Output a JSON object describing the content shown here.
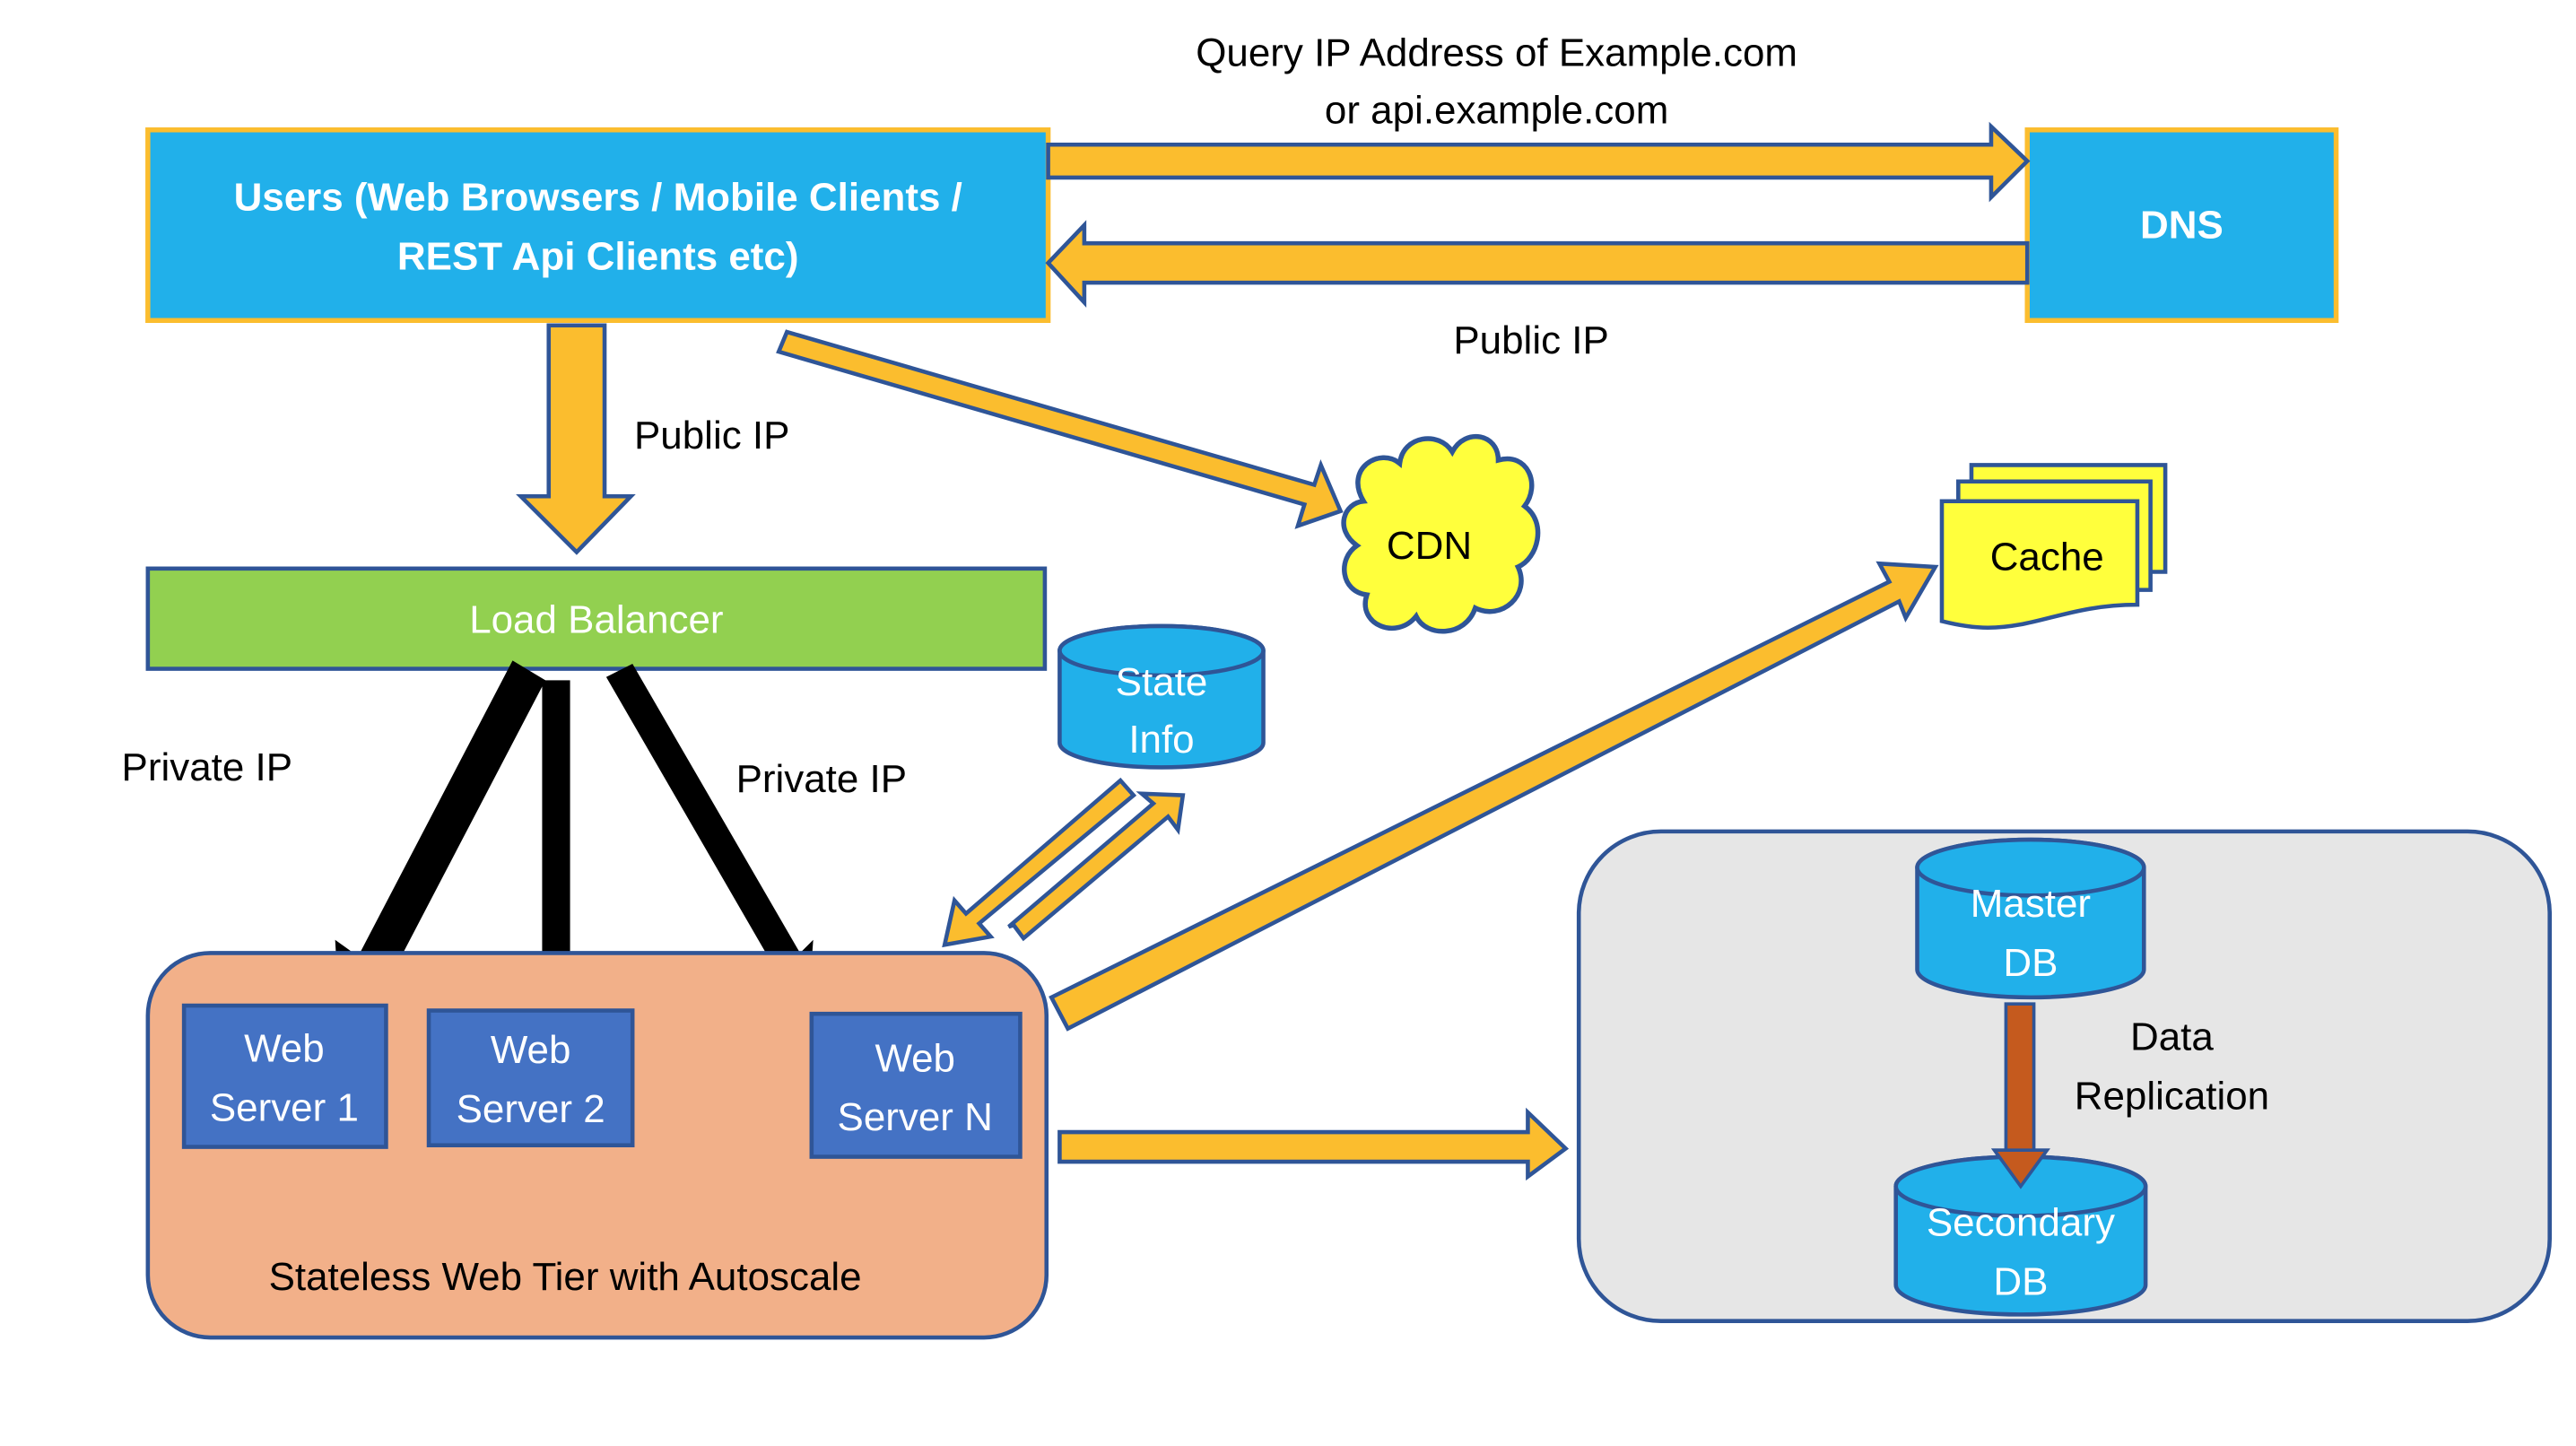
{
  "title": "Scalable Web Architecture",
  "colors": {
    "client_blue": "#21B0EA",
    "box_border_gold": "#FBBD2E",
    "arrow_fill": "#FBBD2E",
    "arrow_stroke": "#2F5597",
    "load_balancer_green": "#92D050",
    "web_tier_peach": "#F2B089",
    "web_server_blue": "#4472C4",
    "db_blue": "#21B0EA",
    "cdn_yellow": "#FFFF3C",
    "cache_yellow": "#FFFF3C",
    "db_group_grey": "#E6E6E6",
    "replication_arrow": "#C55A1E"
  },
  "nodes": {
    "users": {
      "line1": "Users (Web Browsers / Mobile Clients /",
      "line2": "REST Api Clients etc)"
    },
    "dns": {
      "label": "DNS"
    },
    "load_balancer": {
      "label": "Load Balancer"
    },
    "cdn": {
      "label": "CDN"
    },
    "cache": {
      "label": "Cache"
    },
    "state_info": {
      "line1": "State",
      "line2": "Info"
    },
    "web_tier": {
      "label": "Stateless Web Tier with Autoscale",
      "servers": [
        {
          "line1": "Web",
          "line2": "Server 1"
        },
        {
          "line1": "Web",
          "line2": "Server 2"
        },
        {
          "line1": "Web",
          "line2": "Server N"
        }
      ]
    },
    "master_db": {
      "line1": "Master",
      "line2": "DB"
    },
    "secondary_db": {
      "line1": "Secondary",
      "line2": "DB"
    }
  },
  "edge_labels": {
    "dns_query_line1": "Query IP Address of Example.com",
    "dns_query_line2": "or api.example.com",
    "dns_response": "Public IP",
    "users_to_lb": "Public IP",
    "lb_private_left": "Private IP",
    "lb_private_right": "Private IP",
    "replication_line1": "Data",
    "replication_line2": "Replication"
  }
}
